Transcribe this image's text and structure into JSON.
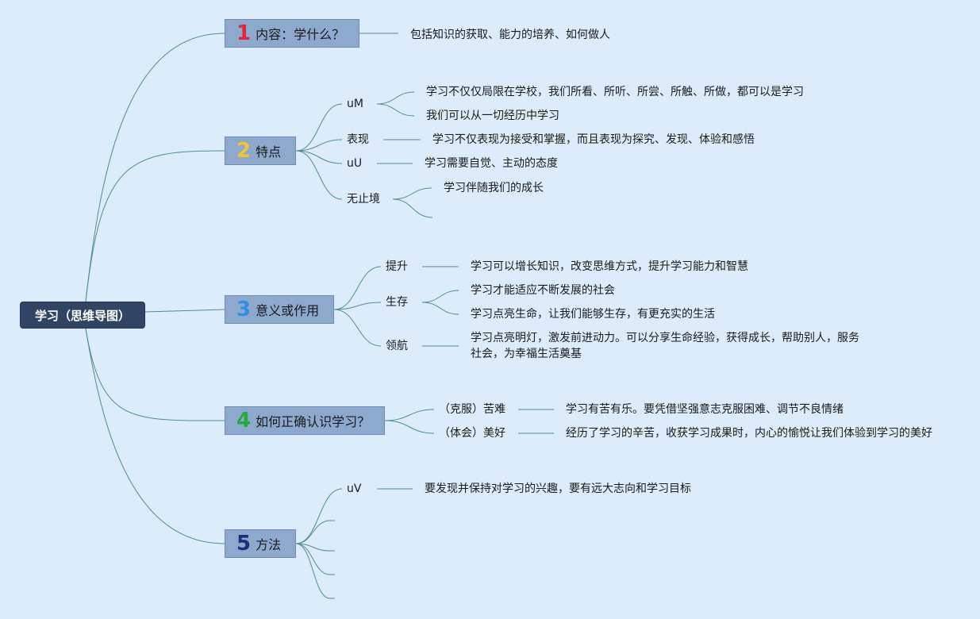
{
  "root": {
    "label": "学习（思维导图）"
  },
  "topics": [
    {
      "num": "1",
      "num_color": "#e0263f",
      "label": "内容：学什么？",
      "children": [
        {
          "label": "",
          "details": [
            "包括知识的获取、能力的培养、如何做人"
          ]
        }
      ]
    },
    {
      "num": "2",
      "num_color": "#f2c433",
      "label": "特点",
      "children": [
        {
          "label": "uM",
          "details": [
            "学习不仅仅局限在学校，我们所看、所听、所尝、所触、所做，都可以是学习",
            "我们可以从一切经历中学习"
          ]
        },
        {
          "label": "表现",
          "details": [
            "学习不仅表现为接受和掌握，而且表现为探究、发现、体验和感悟"
          ]
        },
        {
          "label": "uU",
          "details": [
            "学习需要自觉、主动的态度"
          ]
        },
        {
          "label": "无止境",
          "details": [
            "学习伴随我们的成长",
            ""
          ]
        }
      ]
    },
    {
      "num": "3",
      "num_color": "#2f8fe0",
      "label": "意义或作用",
      "children": [
        {
          "label": "提升",
          "details": [
            "学习可以增长知识，改变思维方式，提升学习能力和智慧"
          ]
        },
        {
          "label": "生存",
          "details": [
            "学习才能适应不断发展的社会",
            "学习点亮生命，让我们能够生存，有更充实的生活"
          ]
        },
        {
          "label": "领航",
          "details": [
            "学习点亮明灯，激发前进动力。可以分享生命经验，获得成长，帮助别人，服务社会，为幸福生活奠基"
          ]
        }
      ]
    },
    {
      "num": "4",
      "num_color": "#27a83a",
      "label": "如何正确认识学习？",
      "children": [
        {
          "label": "（克服）苦难",
          "details": [
            "学习有苦有乐。要凭借坚强意志克服困难、调节不良情绪"
          ]
        },
        {
          "label": "（体会）美好",
          "details": [
            "经历了学习的辛苦，收获学习成果时，内心的愉悦让我们体验到学习的美好"
          ]
        }
      ]
    },
    {
      "num": "5",
      "num_color": "#1c2f7a",
      "label": "方法",
      "children": [
        {
          "label": "uV",
          "details": [
            "要发现并保持对学习的兴趣，要有远大志向和学习目标"
          ]
        },
        {
          "label": "",
          "details": []
        },
        {
          "label": "",
          "details": []
        },
        {
          "label": "",
          "details": []
        },
        {
          "label": "",
          "details": []
        }
      ]
    }
  ],
  "colors": {
    "background": "#dcecfb",
    "root_fill": "#324464",
    "topic_fill": "#8ea9ce",
    "line": "#4f8f8a"
  }
}
